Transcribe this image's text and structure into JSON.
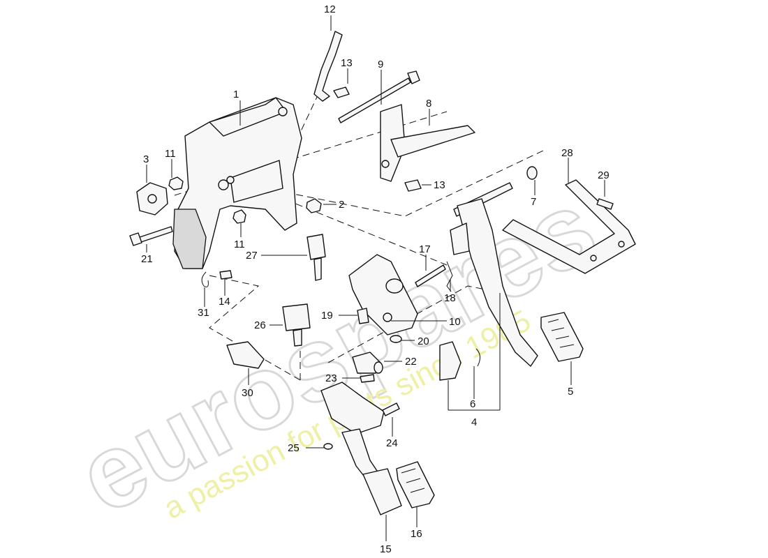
{
  "watermark": {
    "brand": "eurospares",
    "tagline": "a passion for parts since 1985"
  },
  "callouts": {
    "c1": "1",
    "c2": "2",
    "c3": "3",
    "c4": "4",
    "c5": "5",
    "c6": "6",
    "c7": "7",
    "c8": "8",
    "c9": "9",
    "c10": "10",
    "c11a": "11",
    "c11b": "11",
    "c12": "12",
    "c13a": "13",
    "c13b": "13",
    "c14": "14",
    "c15": "15",
    "c16": "16",
    "c17": "17",
    "c18": "18",
    "c19": "19",
    "c20": "20",
    "c21": "21",
    "c22": "22",
    "c23": "23",
    "c24": "24",
    "c25": "25",
    "c26": "26",
    "c27": "27",
    "c28": "28",
    "c29": "29",
    "c30": "30",
    "c31": "31"
  }
}
